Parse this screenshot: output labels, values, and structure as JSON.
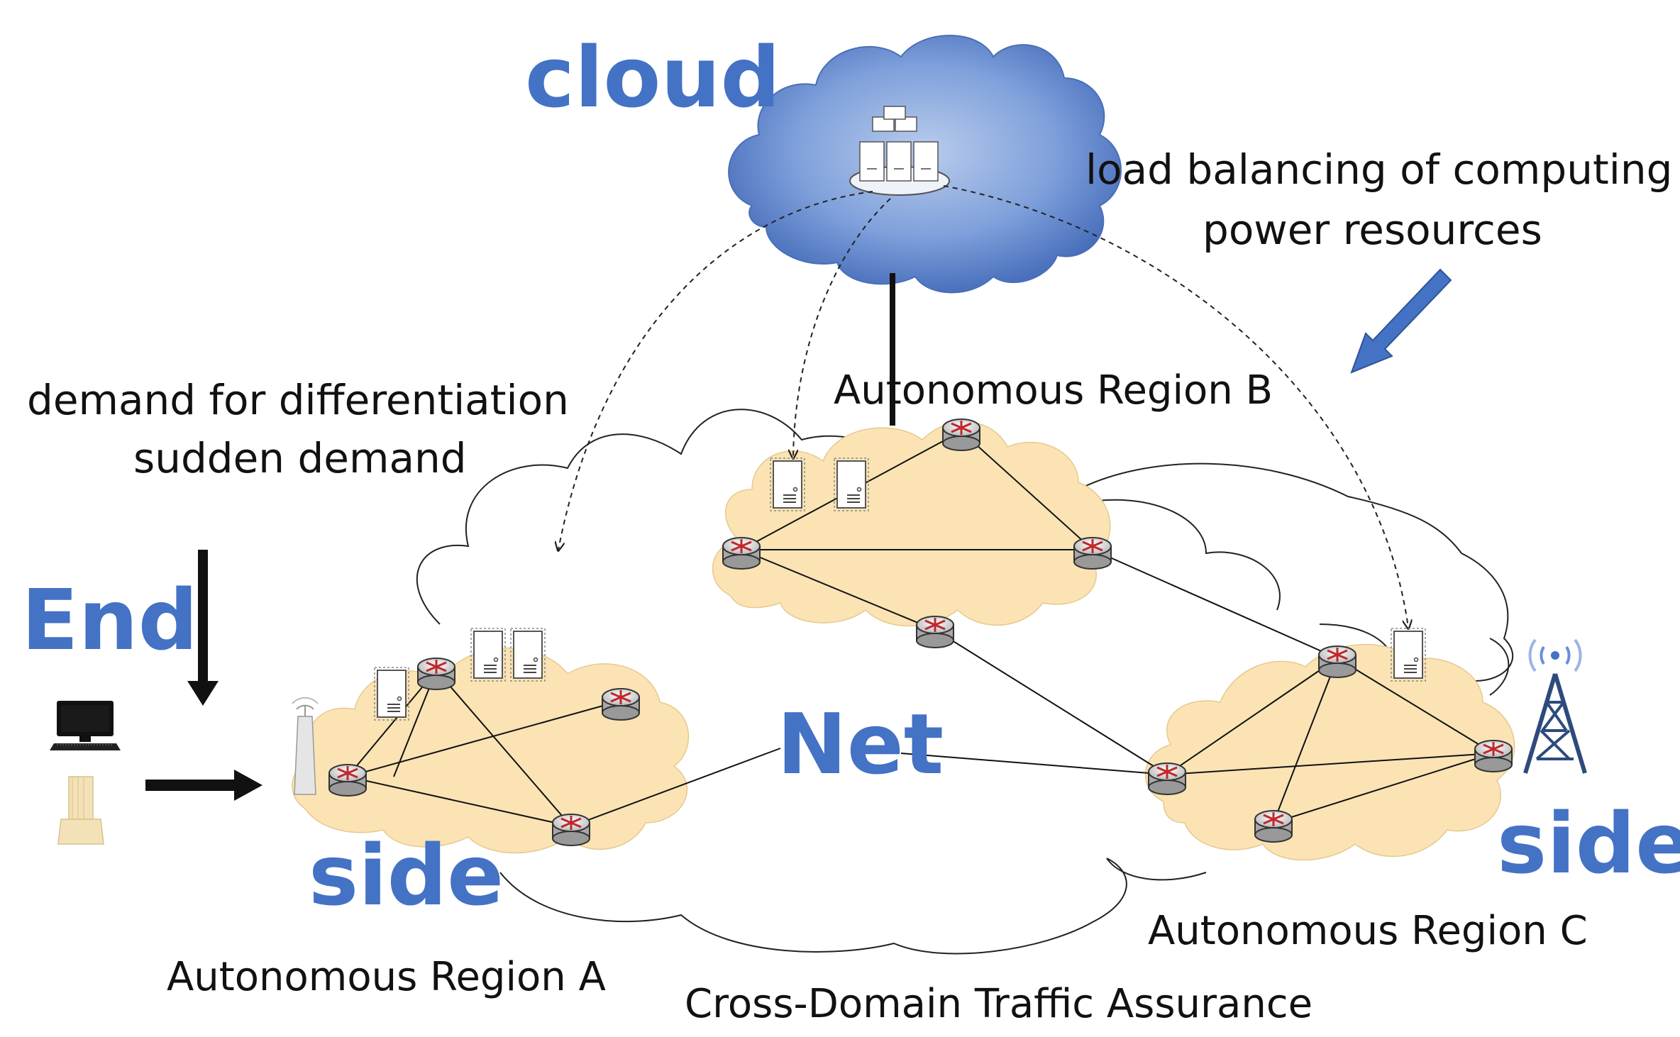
{
  "labels": {
    "cloud": "cloud",
    "end": "End",
    "side_left": "side",
    "side_right": "side",
    "net": "Net",
    "load_balancing_line1": "load balancing of computing",
    "load_balancing_line2": "power resources",
    "demand_line1": "demand for differentiation",
    "demand_line2": "sudden demand",
    "region_a": "Autonomous Region A",
    "region_b": "Autonomous Region B",
    "region_c": "Autonomous Region C",
    "cross_domain": "Cross-Domain Traffic Assurance"
  },
  "colors": {
    "accent_blue": "#4472C4",
    "region_fill": "#FBE3B4",
    "cloud_blue": "#5B84CF",
    "tower_blue": "#2E4A7D"
  }
}
